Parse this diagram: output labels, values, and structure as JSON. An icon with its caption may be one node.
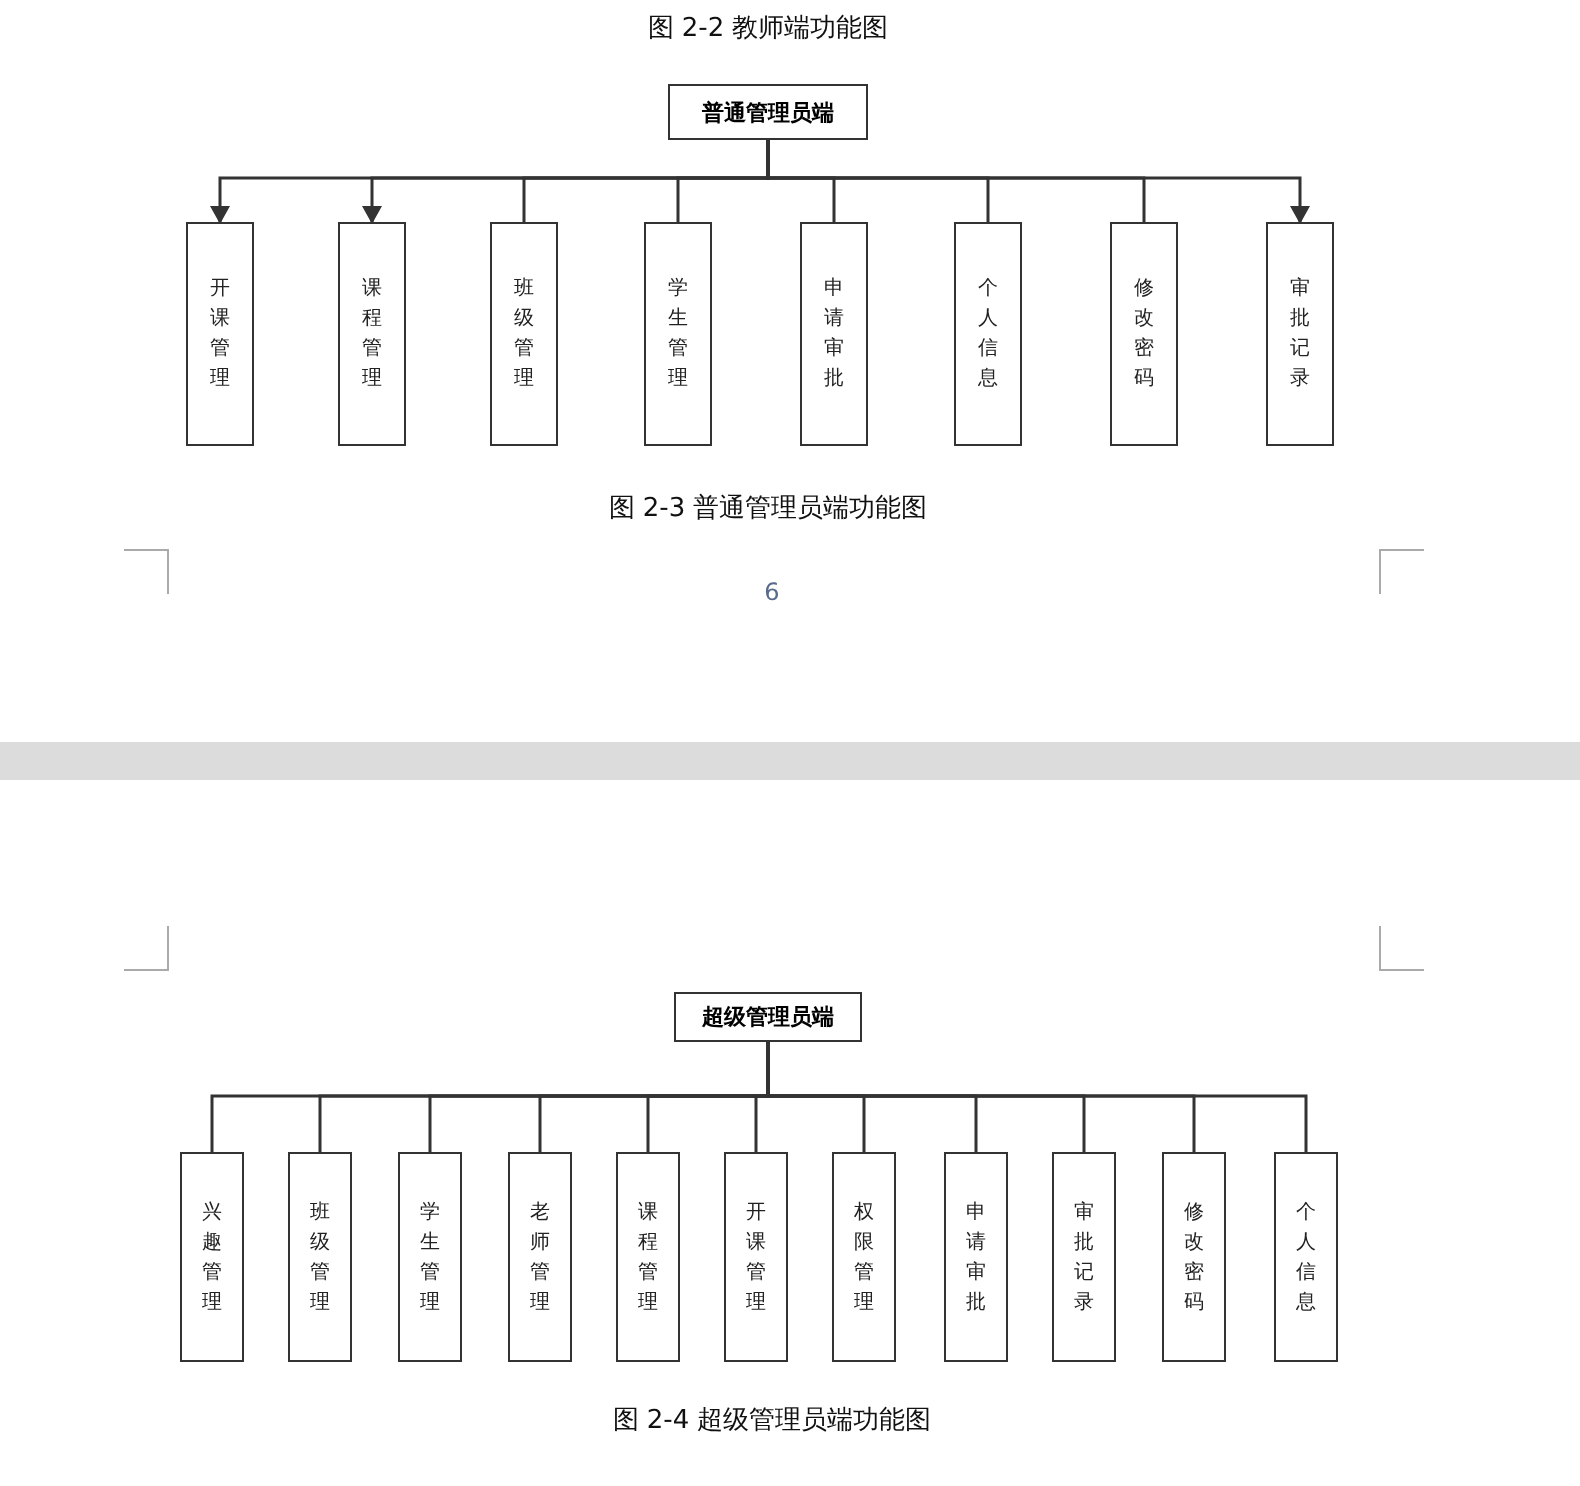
{
  "diagram": {
    "nodes": [
      {
        "text": [
          "普通管理员端"
        ]
      },
      {
        "text": [
          "开课管理"
        ]
      },
      {
        "text": [
          "课程管理"
        ]
      },
      {
        "text": [
          "班级管理"
        ]
      },
      {
        "text": [
          "学生管理"
        ]
      },
      {
        "text": [
          "申请审批"
        ]
      },
      {
        "text": [
          "个人信息"
        ]
      },
      {
        "text": [
          "修改密码"
        ]
      },
      {
        "text": [
          "审批记录"
        ]
      },
      {
        "text": [
          "超级管理员端"
        ]
      },
      {
        "text": [
          "兴趣管理"
        ]
      },
      {
        "text": [
          "班级管理"
        ]
      },
      {
        "text": [
          "学生管理"
        ]
      },
      {
        "text": [
          "老师管理"
        ]
      },
      {
        "text": [
          "课程管理"
        ]
      },
      {
        "text": [
          "开课管理"
        ]
      },
      {
        "text": [
          "权限管理"
        ]
      },
      {
        "text": [
          "申请审批"
        ]
      },
      {
        "text": [
          "审批记录"
        ]
      },
      {
        "text": [
          "修改密码"
        ]
      },
      {
        "text": [
          "个人信息"
        ]
      }
    ],
    "edges": [
      {
        "from": 0,
        "to": 1,
        "arrow": "to"
      },
      {
        "from": 0,
        "to": 2,
        "arrow": "to"
      },
      {
        "from": 0,
        "to": 3,
        "arrow": "none"
      },
      {
        "from": 0,
        "to": 4,
        "arrow": "none"
      },
      {
        "from": 0,
        "to": 5,
        "arrow": "none"
      },
      {
        "from": 0,
        "to": 6,
        "arrow": "none"
      },
      {
        "from": 0,
        "to": 7,
        "arrow": "none"
      },
      {
        "from": 0,
        "to": 8,
        "arrow": "to"
      },
      {
        "from": 9,
        "to": 10,
        "arrow": "none"
      },
      {
        "from": 9,
        "to": 11,
        "arrow": "none"
      },
      {
        "from": 9,
        "to": 12,
        "arrow": "none"
      },
      {
        "from": 9,
        "to": 13,
        "arrow": "none"
      },
      {
        "from": 9,
        "to": 14,
        "arrow": "none"
      },
      {
        "from": 9,
        "to": 15,
        "arrow": "none"
      },
      {
        "from": 9,
        "to": 16,
        "arrow": "none"
      },
      {
        "from": 9,
        "to": 17,
        "arrow": "none"
      },
      {
        "from": 9,
        "to": 18,
        "arrow": "none"
      },
      {
        "from": 9,
        "to": 19,
        "arrow": "none"
      },
      {
        "from": 9,
        "to": 20,
        "arrow": "none"
      }
    ],
    "labels": [
      "图 2-2 教师端功能图",
      "图 2-3 普通管理员端功能图",
      "6",
      "图 2-4 超级管理员端功能图"
    ]
  }
}
